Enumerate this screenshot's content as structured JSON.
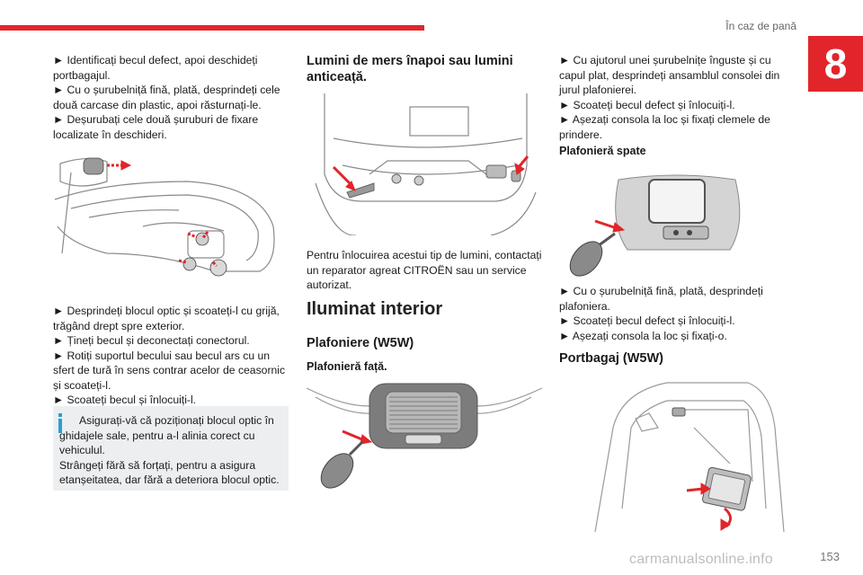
{
  "header": {
    "section_title": "În caz de pană",
    "chapter_number": "8",
    "accent_color": "#e1252b"
  },
  "col1": {
    "paragraph1": [
      "► Identificați becul defect, apoi deschideți portbagajul.",
      "► Cu o șurubelniță fină, plată, desprindeți cele două carcase din plastic, apoi răsturnați-le.",
      "► Deșurubați cele două șuruburi de fixare localizate în deschideri."
    ],
    "paragraph2": [
      "► Desprindeți blocul optic și scoateți-l cu grijă, trăgând drept spre exterior.",
      "► Țineți becul și deconectați conectorul.",
      "► Rotiți suportul becului sau becul ars cu un sfert de tură în sens contrar acelor de ceasornic și scoateți-l.",
      "► Scoateți becul și înlocuiți-l."
    ],
    "note": {
      "icon": "info-icon",
      "text1": "Asigurați-vă că poziționați blocul optic în ghidajele sale, pentru a-l alinia corect cu vehiculul.",
      "text2": "Strângeți fără să forțați, pentru a asigura etanșeitatea, dar fără a deteriora blocul optic."
    }
  },
  "col2": {
    "heading_rear_lights": "Lumini de mers înapoi sau lumini anticeață.",
    "rear_lights_text": "Pentru înlocuirea acestui tip de lumini, contactați un reparator agreat CITROËN sau un service autorizat.",
    "heading_interior": "Iluminat interior",
    "heading_ceiling": "Plafoniere (W5W)",
    "heading_front": "Plafonieră față."
  },
  "col3": {
    "paragraph1": [
      "► Cu ajutorul unei șurubelnițe înguste și cu capul plat, desprindeți ansamblul consolei din jurul plafonierei.",
      "► Scoateți becul defect și înlocuiți-l.",
      "► Așezați consola la loc și fixați clemele de prindere."
    ],
    "heading_rear_ceiling": "Plafonieră spate",
    "paragraph2": [
      "► Cu o șurubelniță fină, plată, desprindeți plafoniera.",
      "► Scoateți becul defect și înlocuiți-l.",
      "► Așezați consola la loc și fixați-o."
    ],
    "heading_boot": "Portbagaj (W5W)"
  },
  "footer": {
    "page_number": "153",
    "watermark": "carmanualsonline.info"
  }
}
